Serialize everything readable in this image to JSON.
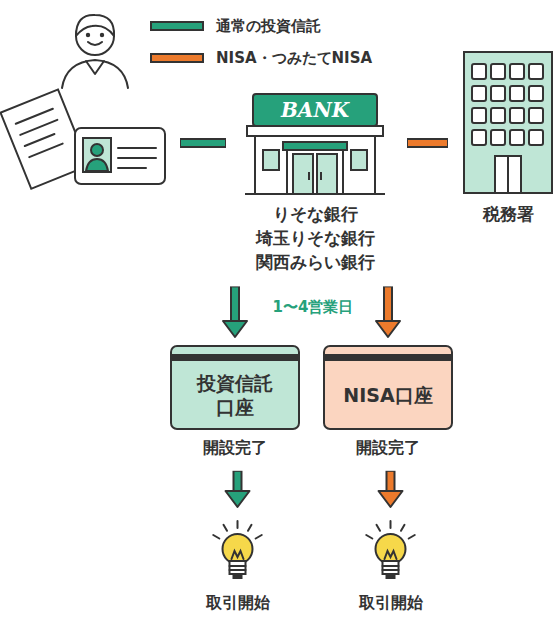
{
  "diagram": {
    "nodes": [
      {
        "text": [
          "BANK",
          "りそな銀行 埼玉りそな銀行 関西みらい銀行"
        ]
      },
      {
        "text": [
          "税務署"
        ]
      },
      {
        "text": [
          "投資信託 口座",
          "開設完了"
        ]
      },
      {
        "text": [
          "NISA口座",
          "開設完了"
        ]
      },
      {
        "text": [
          "取引開始"
        ]
      },
      {
        "text": [
          "取引開始"
        ]
      }
    ],
    "edges": [
      {
        "from": 0,
        "to": 1,
        "arrow": "none"
      },
      {
        "from": 0,
        "to": 2,
        "arrow": "to",
        "label": "1〜4営業日"
      },
      {
        "from": 0,
        "to": 3,
        "arrow": "to"
      },
      {
        "from": 2,
        "to": 4,
        "arrow": "to"
      },
      {
        "from": 3,
        "to": 5,
        "arrow": "to"
      }
    ],
    "legend": [
      {
        "text": "通常の投資信託"
      },
      {
        "text": "NISA・つみたてNISA"
      }
    ]
  }
}
